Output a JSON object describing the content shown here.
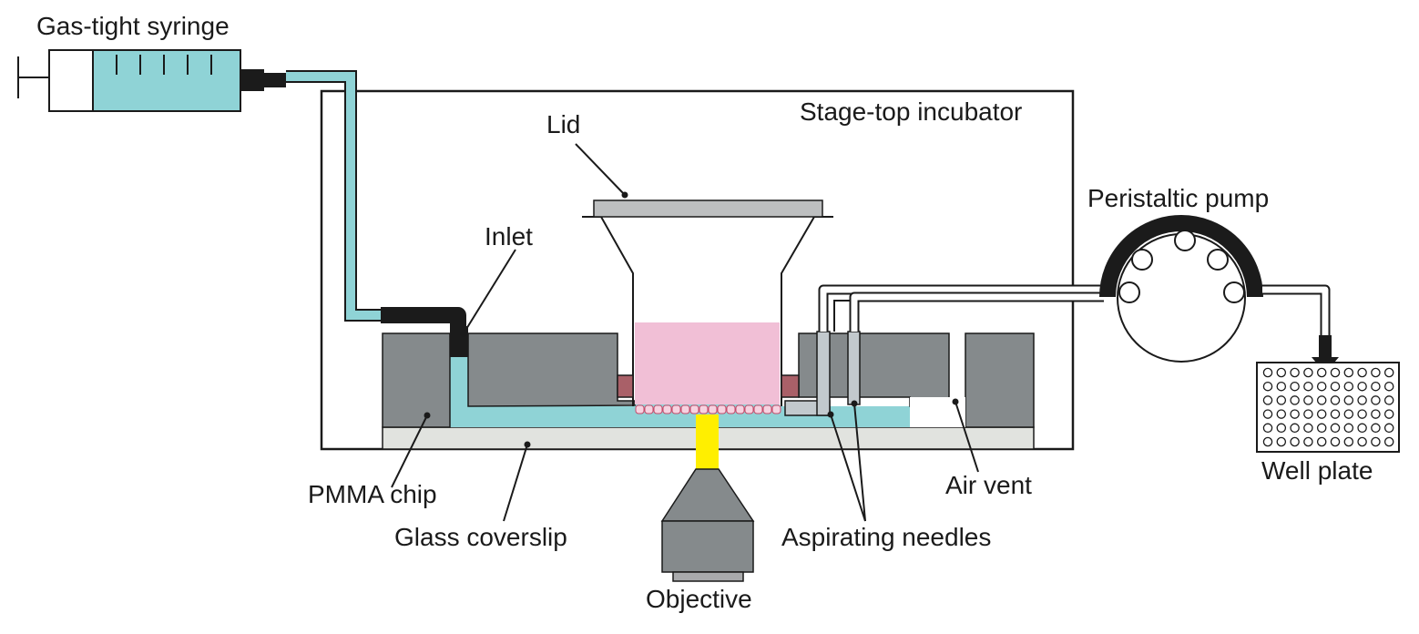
{
  "labels": {
    "syringe": "Gas-tight syringe",
    "incubator": "Stage-top incubator",
    "lid": "Lid",
    "inlet": "Inlet",
    "pump": "Peristaltic pump",
    "chip": "PMMA chip",
    "coverslip": "Glass coverslip",
    "objective": "Objective",
    "needles": "Aspirating needles",
    "air_vent": "Air vent",
    "well_plate": "Well plate"
  },
  "colors": {
    "medium": "#8fd3d6",
    "chip": "#858a8c",
    "coverslip": "#e1e3df",
    "culture": "#f1bfd6",
    "clamp": "#a96068",
    "light_path": "#ffef00",
    "lid": "#bdbfc0",
    "tube_black": "#1b1b1b",
    "needle": "#c2c9cd"
  },
  "well_plate": {
    "rows": 6,
    "cols": 10
  }
}
